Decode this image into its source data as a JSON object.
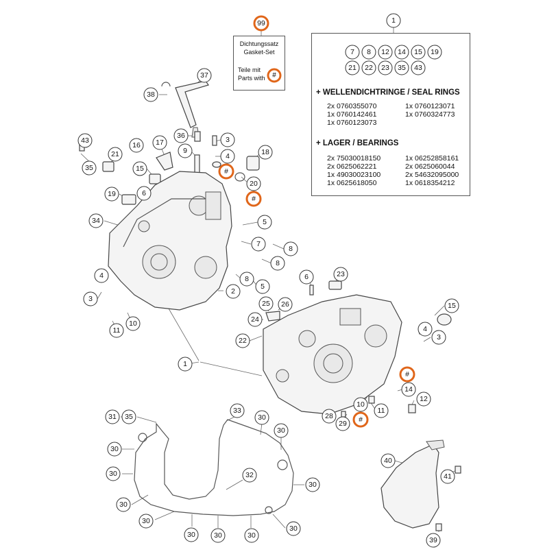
{
  "gasket_card": {
    "callout": "99",
    "line1": "Dichtungssatz",
    "line2": "Gasket-Set",
    "line3": "Teile mit",
    "line4": "Parts with",
    "marker": "#"
  },
  "info_box": {
    "callout": "1",
    "included_row1": [
      "7",
      "8",
      "12",
      "14",
      "15",
      "19"
    ],
    "included_row2": [
      "21",
      "22",
      "23",
      "35",
      "43"
    ],
    "seal_rings": {
      "title": "+ WELLENDICHTRINGE / SEAL RINGS",
      "left": [
        "2x 0760355070",
        "1x 0760142461",
        "1x 0760123073"
      ],
      "right": [
        "1x 0760123071",
        "1x 0760324773"
      ]
    },
    "bearings": {
      "title": "+ LAGER / BEARINGS",
      "left": [
        "2x 75030018150",
        "2x 0625062221",
        "1x 49030023100",
        "1x 0625618050"
      ],
      "right": [
        "1x 06252858161",
        "2x 0625060044",
        "2x 54632095000",
        "1x 0618354212"
      ]
    }
  },
  "callouts": {
    "c37": "37",
    "c38": "38",
    "c36": "36",
    "c9": "9",
    "c3a": "3",
    "c4a": "4",
    "c18": "18",
    "c20": "20",
    "h1": "#",
    "h2": "#",
    "h3": "#",
    "h4": "#",
    "c43": "43",
    "c21": "21",
    "c16": "16",
    "c17": "17",
    "c35": "35",
    "c15a": "15",
    "c19": "19",
    "c6a": "6",
    "c34": "34",
    "c5a": "5",
    "c7": "7",
    "c8a": "8",
    "c8b": "8",
    "c4b": "4",
    "c3b": "3",
    "c8c": "8",
    "c5b": "5",
    "c2": "2",
    "c10a": "10",
    "c11a": "11",
    "c6b": "6",
    "c23": "23",
    "c25": "25",
    "c26": "26",
    "c24": "24",
    "c22": "22",
    "c15b": "15",
    "c4c": "4",
    "c3c": "3",
    "c1b": "1",
    "c14": "14",
    "c12": "12",
    "c10b": "10",
    "c11b": "11",
    "c28": "28",
    "c29": "29",
    "c31": "31",
    "c35b": "35",
    "c33": "33",
    "c30a": "30",
    "c30b": "30",
    "c30c": "30",
    "c30d": "30",
    "c30e": "30",
    "c32": "32",
    "c30f": "30",
    "c30g": "30",
    "c30h": "30",
    "c30i": "30",
    "c30j": "30",
    "c30k": "30",
    "c40": "40",
    "c41": "41",
    "c39": "39"
  }
}
